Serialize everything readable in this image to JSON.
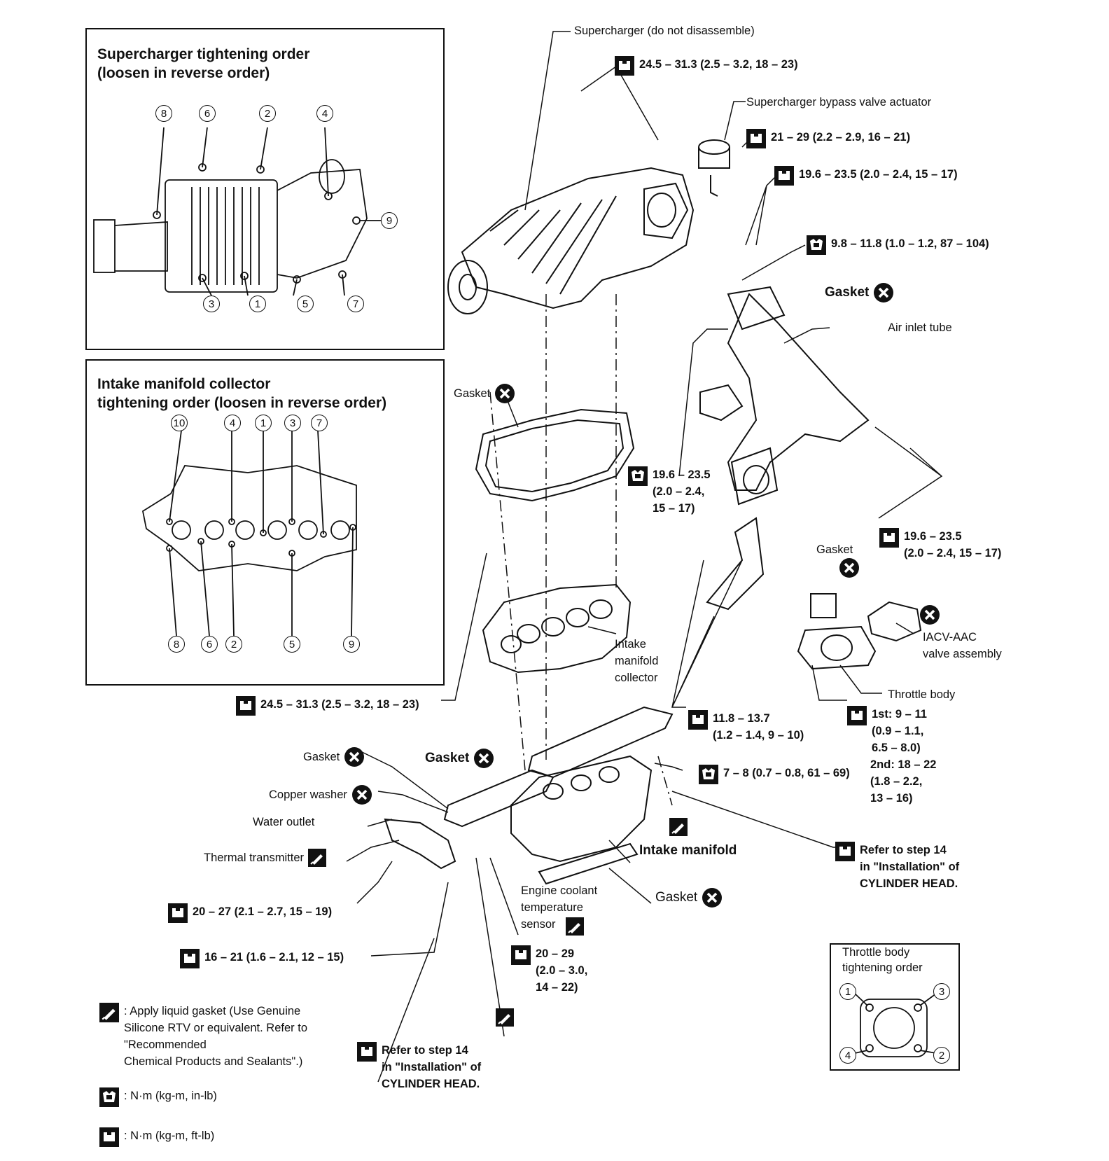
{
  "boxes": {
    "supercharger_order_title": "Supercharger tightening order\n(loosen in reverse order)",
    "supercharger_order_numbers": [
      "8",
      "6",
      "2",
      "4",
      "9",
      "3",
      "1",
      "5",
      "7"
    ],
    "collector_order_title": "Intake manifold collector\ntightening order (loosen in reverse order)",
    "collector_order_numbers": [
      "10",
      "4",
      "1",
      "3",
      "7",
      "8",
      "6",
      "2",
      "5",
      "9"
    ],
    "throttle_order_title": "Throttle body\ntightening order",
    "throttle_order_numbers": [
      "1",
      "3",
      "4",
      "2"
    ]
  },
  "labels": {
    "supercharger": "Supercharger (do not disassemble)",
    "bypass_actuator": "Supercharger bypass valve actuator",
    "gasket_top_right": "Gasket",
    "air_inlet_tube": "Air inlet tube",
    "gasket_left": "Gasket",
    "gasket_throttle": "Gasket",
    "intake_manifold_collector": "Intake\nmanifold\ncollector",
    "iacv_aac": "IACV-AAC\nvalve assembly",
    "throttle_body": "Throttle body",
    "gasket_lower_a": "Gasket",
    "gasket_lower_b": "Gasket",
    "copper_washer": "Copper washer",
    "water_outlet": "Water outlet",
    "thermal_transmitter": "Thermal transmitter",
    "intake_manifold": "Intake  manifold",
    "gasket_bottom": "Gasket",
    "ect_sensor": "Engine coolant\ntemperature\nsensor",
    "refer_step_right": "Refer to step 14\nin \"Installation\" of\nCYLINDER HEAD.",
    "refer_step_bottom": "Refer to step 14\nin \"Installation\" of\nCYLINDER HEAD."
  },
  "torques": {
    "t1": "24.5 – 31.3 (2.5 – 3.2, 18 – 23)",
    "t2": "21 – 29 (2.2 – 2.9, 16 – 21)",
    "t3": "19.6 – 23.5 (2.0 – 2.4, 15 – 17)",
    "t4": "9.8 – 11.8 (1.0 – 1.2, 87 – 104)",
    "t5": "19.6 – 23.5\n(2.0 – 2.4,\n15 –  17)",
    "t6": "19.6 – 23.5\n(2.0 – 2.4, 15 – 17)",
    "t7": "24.5 – 31.3 (2.5 – 3.2, 18 – 23)",
    "t8": "11.8 – 13.7\n(1.2 – 1.4, 9 – 10)",
    "t9": "1st: 9 – 11\n        (0.9 – 1.1,\n        6.5 – 8.0)",
    "t9b": "2nd: 18 – 22\n        (1.8 – 2.2,\n        13 – 16)",
    "t10": "7 – 8 (0.7 – 0.8, 61 – 69)",
    "t11": "20 – 27 (2.1 – 2.7, 15 – 19)",
    "t12": "16 – 21 (1.6 – 2.1, 12 – 15)",
    "t13": "20 – 29\n(2.0 – 3.0,\n14 – 22)"
  },
  "legend": {
    "liquid_gasket": ": Apply liquid gasket (Use Genuine\n  Silicone RTV or equivalent. Refer to\n\"Recommended\n  Chemical Products and Sealants\".)",
    "nm_inlb": ": N·m (kg-m, in-lb)",
    "nm_ftlb": ": N·m (kg-m, ft-lb)"
  }
}
